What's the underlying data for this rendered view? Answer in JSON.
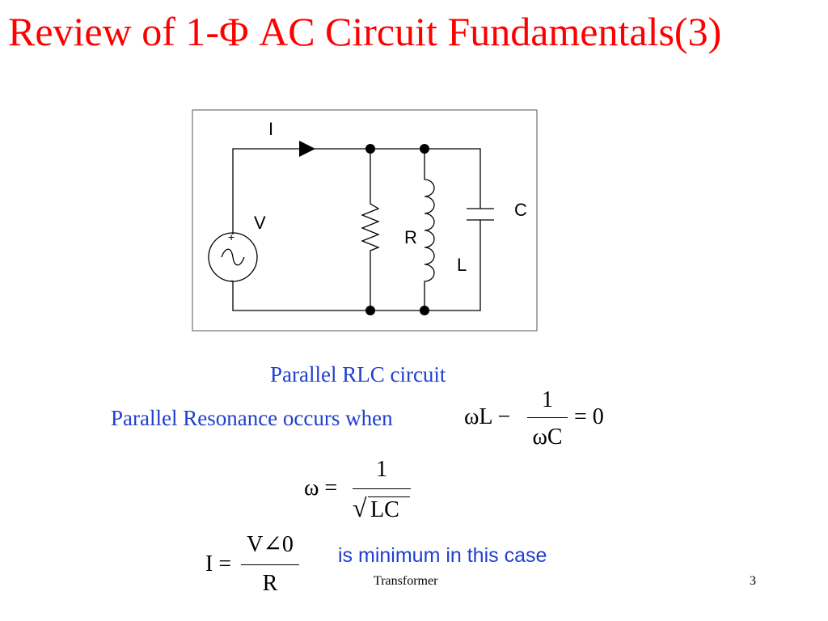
{
  "slide": {
    "title": "Review of 1-Φ AC Circuit Fundamentals(3)",
    "footer_center": "Transformer",
    "page_number": "3"
  },
  "circuit": {
    "labels": {
      "current": "I",
      "voltage": "V",
      "plus": "+",
      "minus": "-",
      "resistor": "R",
      "inductor": "L",
      "capacitor": "C"
    }
  },
  "text": {
    "caption": "Parallel RLC circuit",
    "resonance_prefix": "Parallel Resonance occurs when",
    "minimum_note": "is minimum in this case"
  },
  "equations": {
    "resonance": {
      "lhs": "ωL −",
      "num": "1",
      "den": "ωC",
      "rhs": "= 0"
    },
    "omega": {
      "lhs": "ω =",
      "num": "1",
      "den": "LC",
      "radical": "√"
    },
    "current": {
      "lhs": "I =",
      "num": "V∠0",
      "den": "R"
    }
  }
}
